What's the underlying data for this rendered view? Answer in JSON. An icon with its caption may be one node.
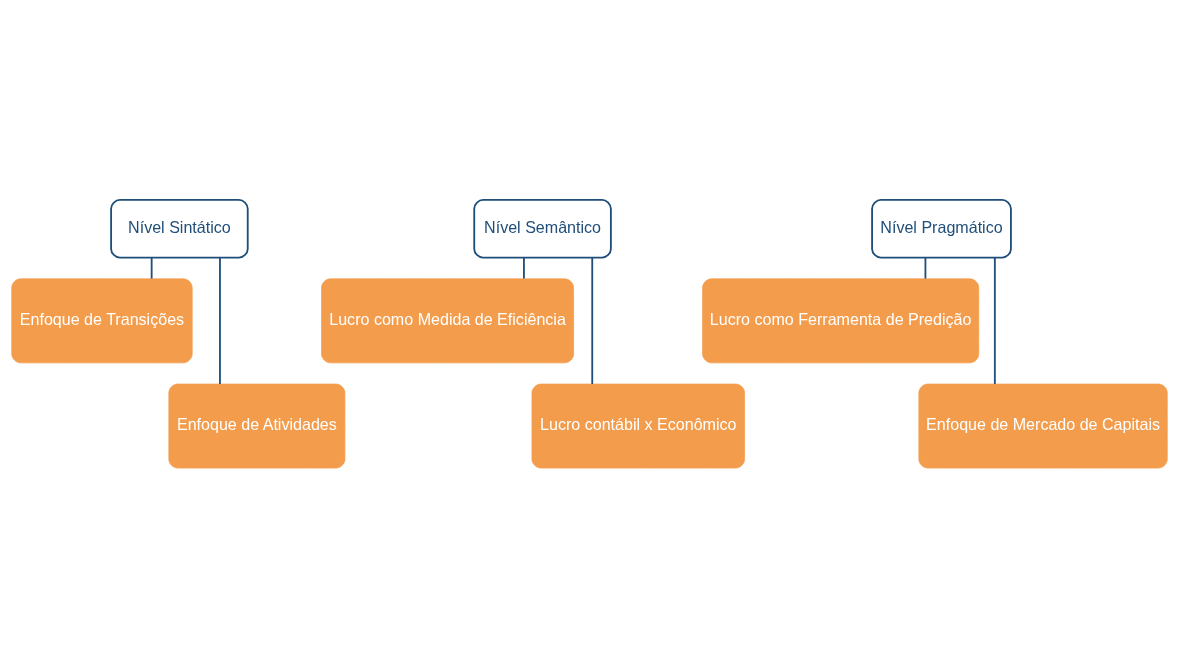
{
  "diagram": {
    "nodes": [
      {
        "text": [
          "Nível Sintático"
        ]
      },
      {
        "text": [
          "Enfoque de Transições"
        ]
      },
      {
        "text": [
          "Enfoque de Atividades"
        ]
      },
      {
        "text": [
          "Nível Semântico"
        ]
      },
      {
        "text": [
          "Lucro como Medida de Eficiência"
        ]
      },
      {
        "text": [
          "Lucro contábil x Econômico"
        ]
      },
      {
        "text": [
          "Nível Pragmático"
        ]
      },
      {
        "text": [
          "Lucro como Ferramenta de Predição"
        ]
      },
      {
        "text": [
          "Enfoque de Mercado de Capitais"
        ]
      }
    ],
    "edges": [
      {
        "from": 0,
        "to": 1,
        "arrow": "none"
      },
      {
        "from": 0,
        "to": 2,
        "arrow": "none"
      },
      {
        "from": 3,
        "to": 4,
        "arrow": "none"
      },
      {
        "from": 3,
        "to": 5,
        "arrow": "none"
      },
      {
        "from": 6,
        "to": 7,
        "arrow": "none"
      },
      {
        "from": 6,
        "to": 8,
        "arrow": "none"
      }
    ]
  }
}
